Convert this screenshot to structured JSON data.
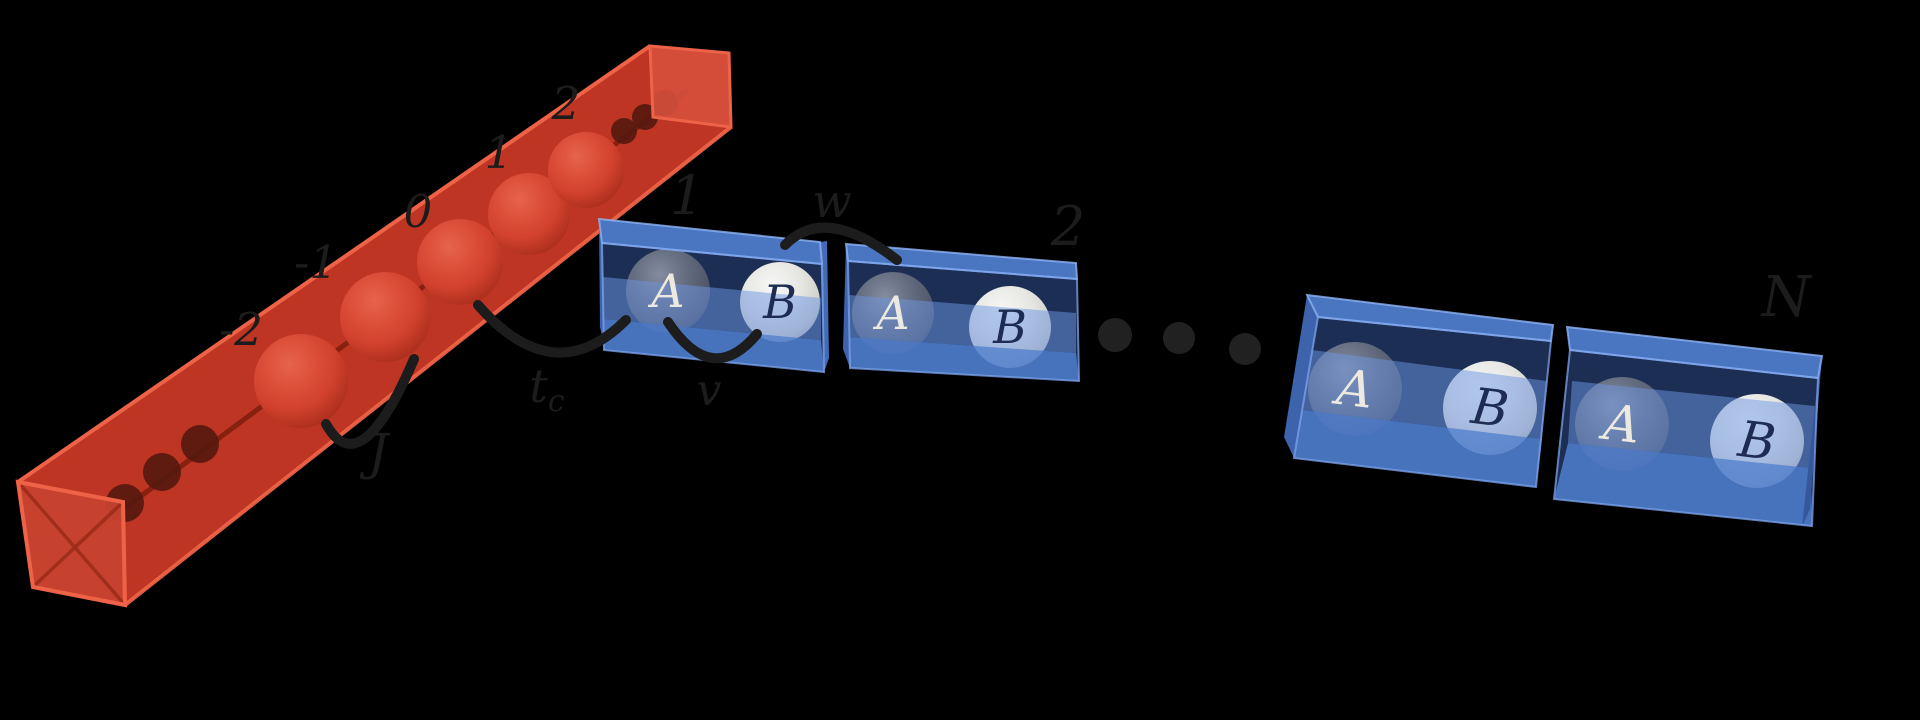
{
  "colors": {
    "background": "#000000",
    "bath_body": "#bb3222",
    "bath_face_tint": "#cd3c28",
    "bath_edge": "#ee6347",
    "bath_sphere": "#da4832",
    "box_face": "#4a75c0",
    "box_interior": "#1c2e54",
    "box_band": "#6c96e2",
    "site_a_sphere": "#5d6477",
    "site_b_sphere": "#e4e4e1",
    "ink": "#1c1c1c"
  },
  "bath": {
    "site_labels": [
      "-2",
      "-1",
      "0",
      "1",
      "2"
    ],
    "hopping_label": "J"
  },
  "couplings": {
    "bath_system_base": "t",
    "bath_system_sub": "c",
    "intracell": "v",
    "intercell": "w"
  },
  "chain": {
    "cells": [
      {
        "index": "1",
        "a": "A",
        "b": "B"
      },
      {
        "index": "2",
        "a": "A",
        "b": "B"
      },
      {
        "a": "A",
        "b": "B"
      },
      {
        "index": "N",
        "a": "A",
        "b": "B"
      }
    ]
  }
}
